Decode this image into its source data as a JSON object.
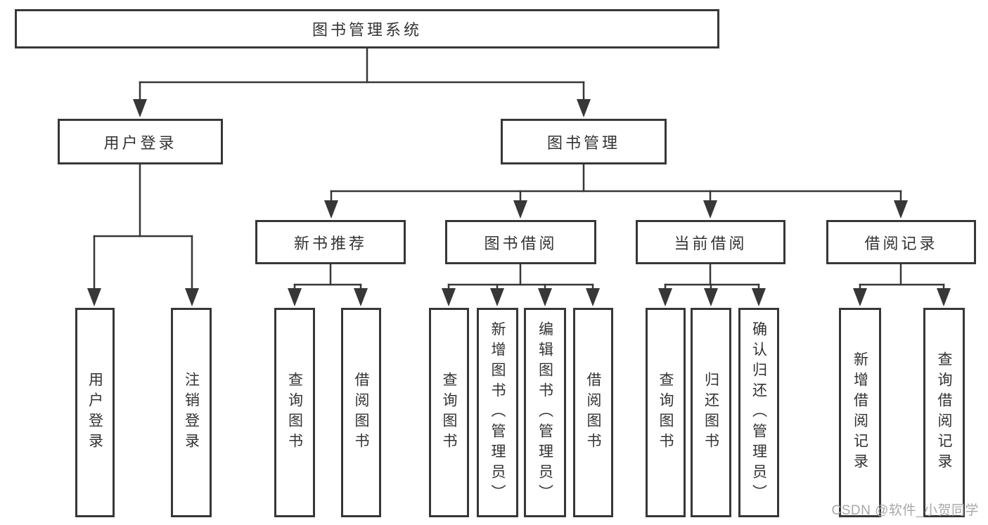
{
  "watermark": "CSDN @软件_小贺同学",
  "colors": {
    "line": "#373737",
    "text": "#333333",
    "background": "#ffffff",
    "watermark": "#a8a8a8"
  },
  "nodes": {
    "root": {
      "label": "图书管理系统"
    },
    "user_login": {
      "label": "用户登录"
    },
    "book_mgmt": {
      "label": "图书管理"
    },
    "new_book_rec": {
      "label": "新书推荐"
    },
    "book_borrow": {
      "label": "图书借阅"
    },
    "current_borrow": {
      "label": "当前借阅"
    },
    "borrow_records": {
      "label": "借阅记录"
    },
    "leaf_user_login": {
      "label": "用户登录"
    },
    "leaf_logout_login": {
      "label": "注销登录"
    },
    "leaf_query_book_rec": {
      "label": "查询图书"
    },
    "leaf_borrow_book_rec": {
      "label": "借阅图书"
    },
    "leaf_query_book_borrow": {
      "label": "查询图书"
    },
    "leaf_add_book_admin": {
      "label": "新增图书（管理员）"
    },
    "leaf_edit_book_admin": {
      "label": "编辑图书（管理员）"
    },
    "leaf_borrow_book_borrow": {
      "label": "借阅图书"
    },
    "leaf_query_book_current": {
      "label": "查询图书"
    },
    "leaf_return_book": {
      "label": "归还图书"
    },
    "leaf_confirm_return_admin": {
      "label": "确认归还（管理员）"
    },
    "leaf_add_borrow_record": {
      "label": "新增借阅记录"
    },
    "leaf_query_borrow_record": {
      "label": "查询借阅记录"
    }
  },
  "hierarchy": {
    "图书管理系统": {
      "用户登录": [
        "用户登录",
        "注销登录"
      ],
      "图书管理": {
        "新书推荐": [
          "查询图书",
          "借阅图书"
        ],
        "图书借阅": [
          "查询图书",
          "新增图书（管理员）",
          "编辑图书（管理员）",
          "借阅图书"
        ],
        "当前借阅": [
          "查询图书",
          "归还图书",
          "确认归还（管理员）"
        ],
        "借阅记录": [
          "新增借阅记录",
          "查询借阅记录"
        ]
      }
    }
  }
}
